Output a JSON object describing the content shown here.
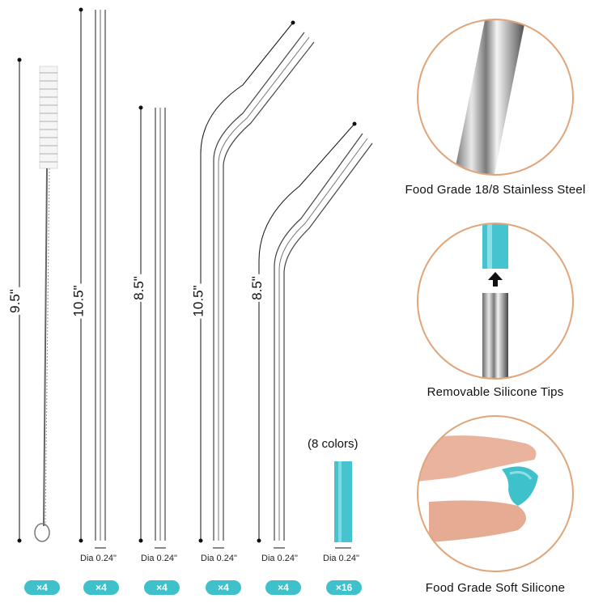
{
  "items": [
    {
      "length": "9.5\"",
      "badge": "×4"
    },
    {
      "length": "10.5\"",
      "diameter": "Dia 0.24\"",
      "badge": "×4"
    },
    {
      "length": "8.5\"",
      "diameter": "Dia 0.24\"",
      "badge": "×4"
    },
    {
      "length": "10.5\"",
      "diameter": "Dia 0.24\"",
      "badge": "×4"
    },
    {
      "length": "8.5\"",
      "diameter": "Dia 0.24\"",
      "badge": "×4"
    },
    {
      "diameter": "Dia 0.24\"",
      "badge": "×16"
    }
  ],
  "tips_colors_label": "(8 colors)",
  "features": [
    {
      "caption": "Food Grade 18/8 Stainless Steel"
    },
    {
      "caption": "Removable Silicone Tips"
    },
    {
      "caption": "Food Grade Soft Silicone"
    }
  ],
  "colors": {
    "accent": "#3fc1cc",
    "circle_border": "#e0a57a",
    "steel": "#9a9a9a"
  }
}
